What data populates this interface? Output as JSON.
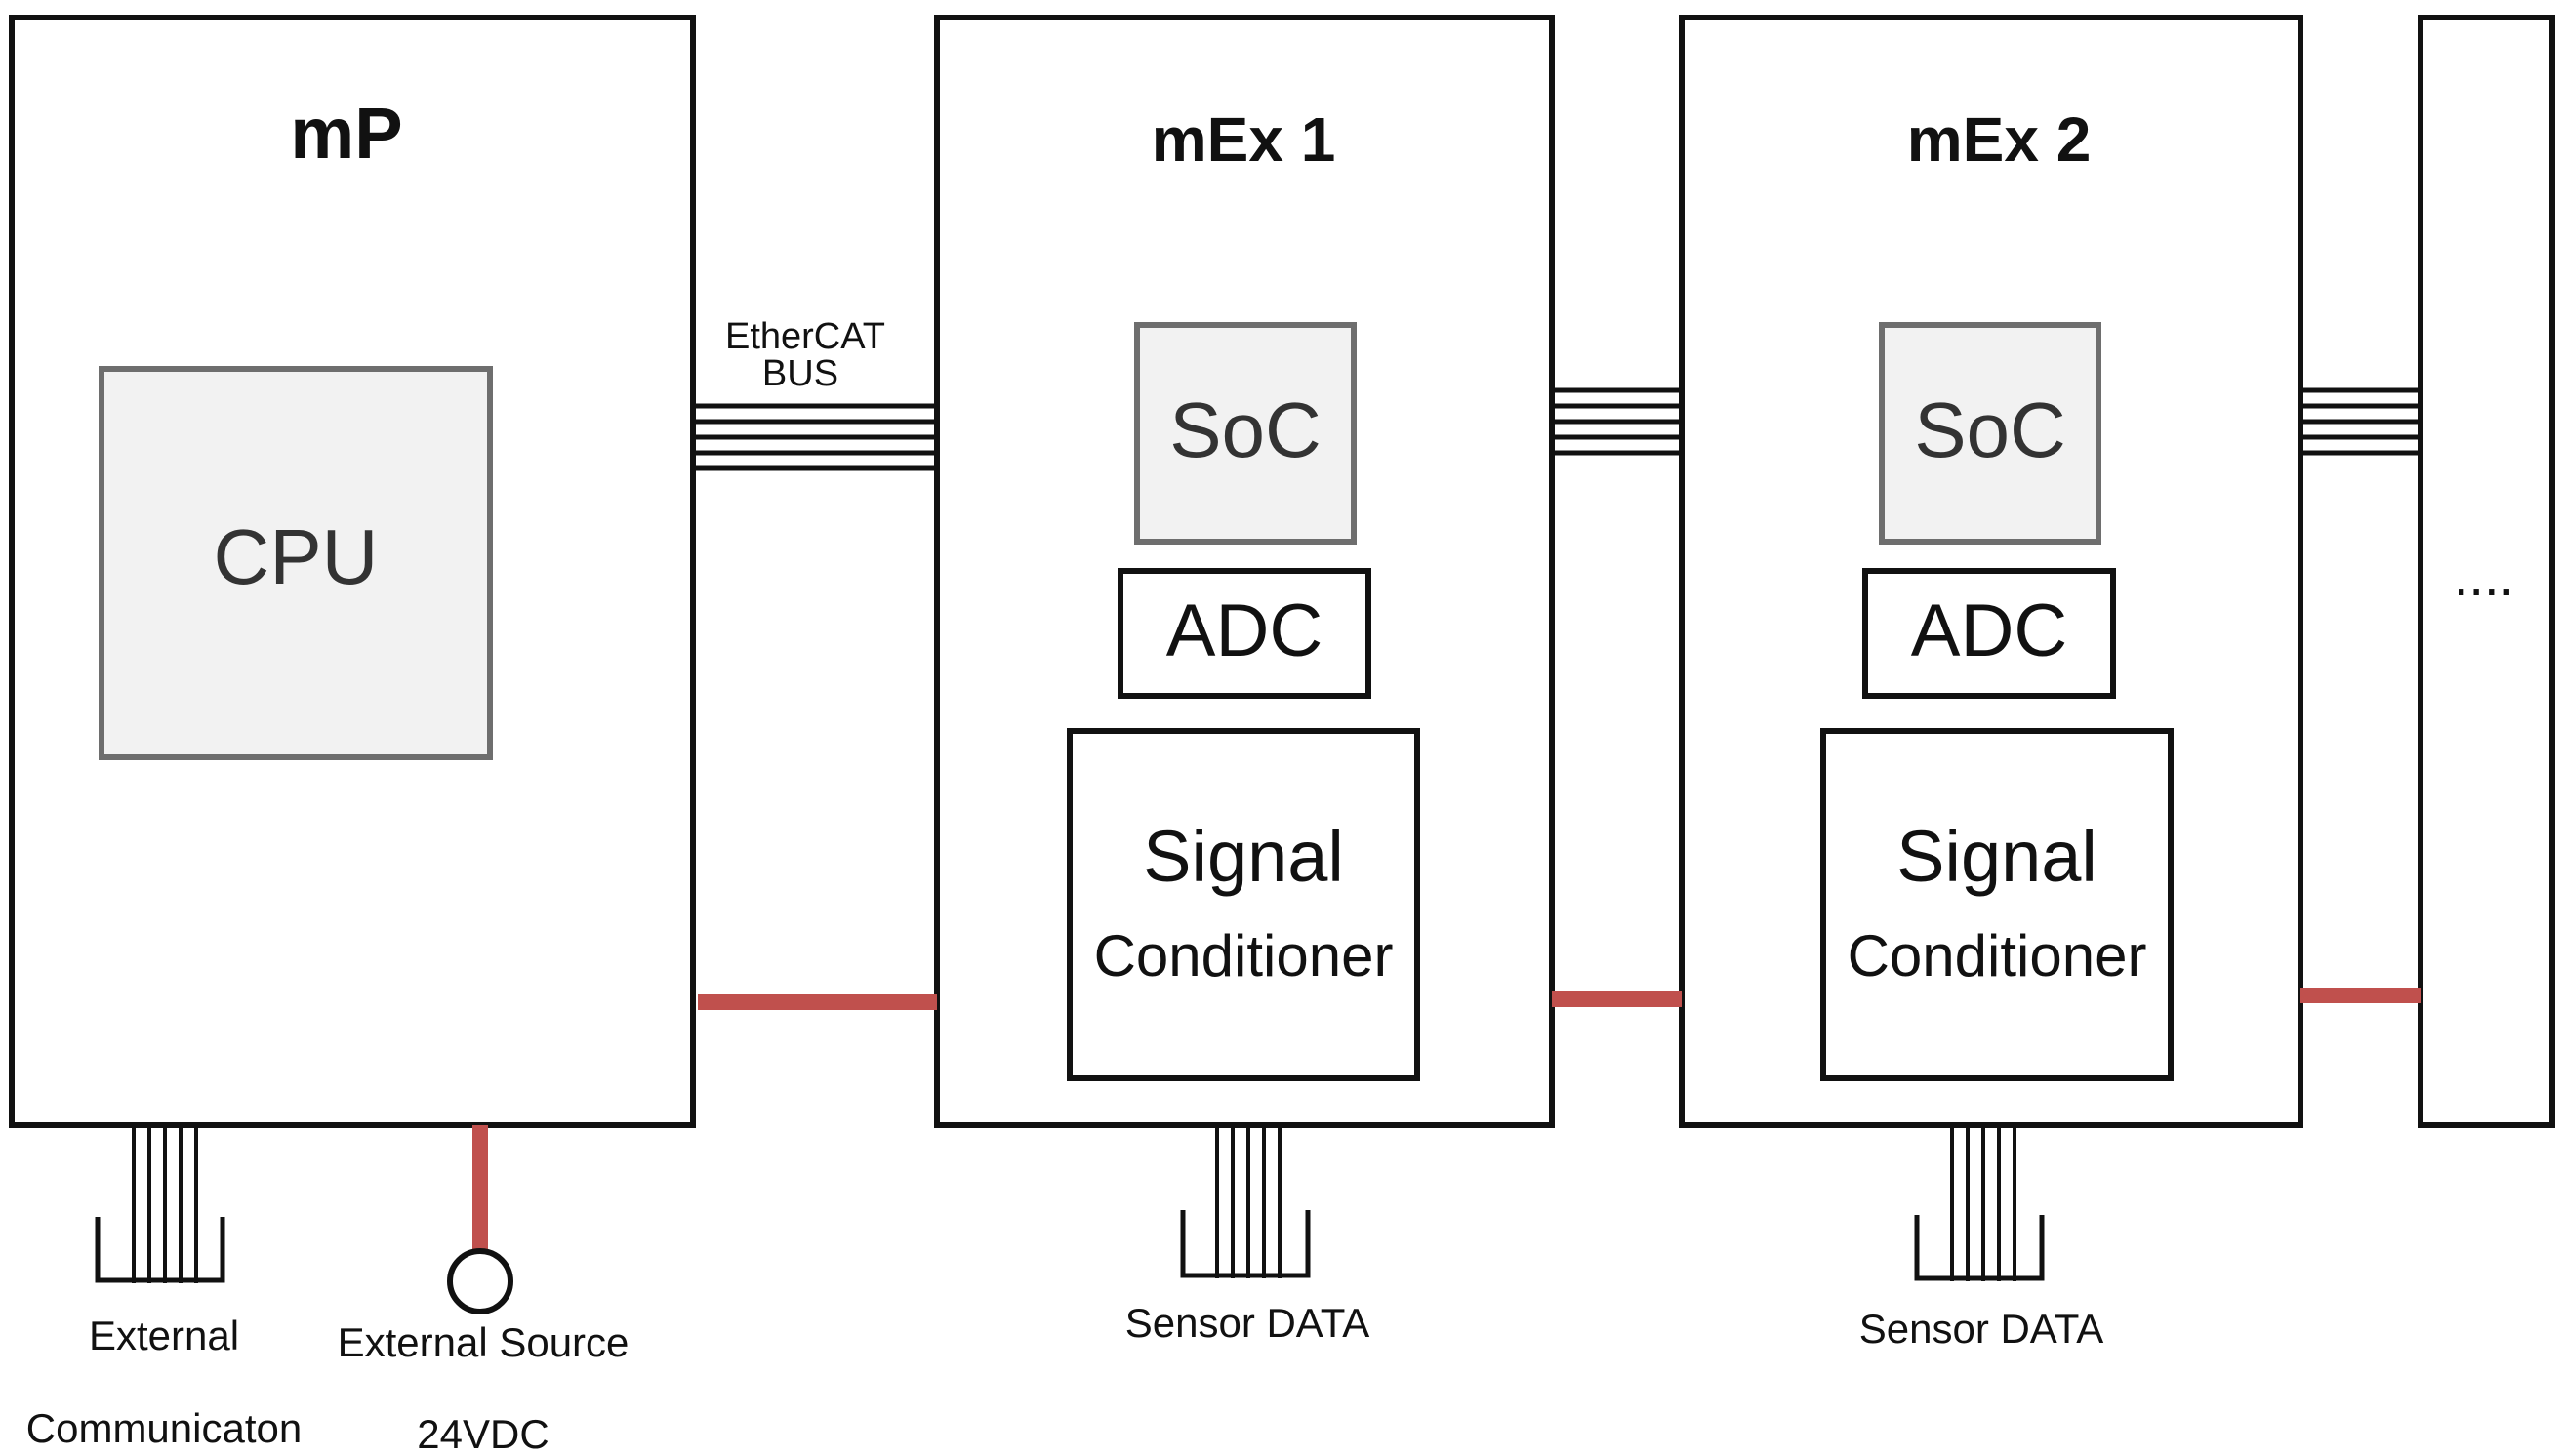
{
  "modules": {
    "mp": {
      "title": "mP",
      "cpu": "CPU"
    },
    "mex1": {
      "title": "mEx 1",
      "soc": "SoC",
      "adc": "ADC",
      "sc_line1": "Signal",
      "sc_line2": "Conditioner"
    },
    "mex2": {
      "title": "mEx 2",
      "soc": "SoC",
      "adc": "ADC",
      "sc_line1": "Signal",
      "sc_line2": "Conditioner"
    },
    "more": {
      "label": "...."
    }
  },
  "bus": {
    "line1": "EtherCAT",
    "line2": "BUS"
  },
  "labels": {
    "external_1": "External",
    "external_2": "Communicaton",
    "source_1": "External Source",
    "source_2": "24VDC",
    "sensor_1": "Sensor DATA",
    "sensor_2": "Sensor DATA"
  },
  "colors": {
    "power_line": "#c0504d",
    "chip_fill": "#f2f2f2",
    "chip_border": "#6e6e6e",
    "outline": "#111111"
  }
}
